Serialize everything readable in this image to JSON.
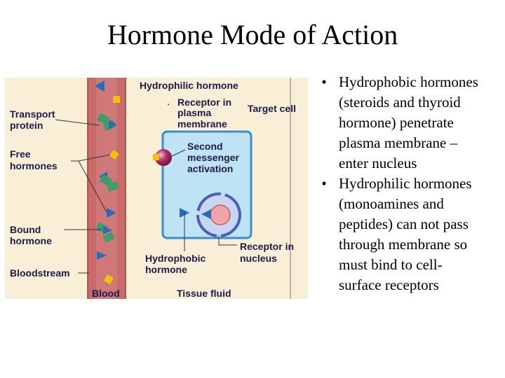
{
  "slide": {
    "title": "Hormone Mode of Action"
  },
  "figure": {
    "labels": {
      "hydrophilic_hormone": "Hydrophilic hormone",
      "receptor_membrane": [
        "Receptor in",
        "plasma",
        "membrane"
      ],
      "target_cell": "Target cell",
      "transport_protein": [
        "Transport",
        "protein"
      ],
      "second_messenger": [
        "Second",
        "messenger",
        "activation"
      ],
      "free_hormones": [
        "Free",
        "hormones"
      ],
      "bound_hormone": [
        "Bound",
        "hormone"
      ],
      "hydrophobic_hormone": [
        "Hydrophobic",
        "hormone"
      ],
      "receptor_nucleus": [
        "Receptor in",
        "nucleus"
      ],
      "bloodstream": "Bloodstream",
      "blood": "Blood",
      "tissue_fluid": "Tissue fluid"
    },
    "colors": {
      "background": "#f9efd6",
      "blood_vessel": "#c96b6b",
      "vessel_line": "#b04a4a",
      "cell": "#bfe2f4",
      "cell_border": "#3d8ec8",
      "nucleus_ring": "#4b5fb7",
      "nucleus_core": "#f2a4a8",
      "hydrophobic_hormone": "#2a6bb8",
      "hydrophilic_hormone": "#f2c10a",
      "transport_protein": "#3e9d6a",
      "receptor_membrane": "#a3215a"
    }
  },
  "bullets": [
    {
      "marker": "•",
      "lines": [
        "Hydrophobic hormones",
        "(steroids and thyroid",
        "hormone) penetrate",
        "plasma membrane –",
        "enter nucleus"
      ]
    },
    {
      "marker": "•",
      "lines": [
        "Hydrophilic hormones",
        "(monoamines and",
        "peptides) can not pass",
        "through membrane so",
        "must bind to cell-",
        "surface receptors"
      ]
    }
  ]
}
